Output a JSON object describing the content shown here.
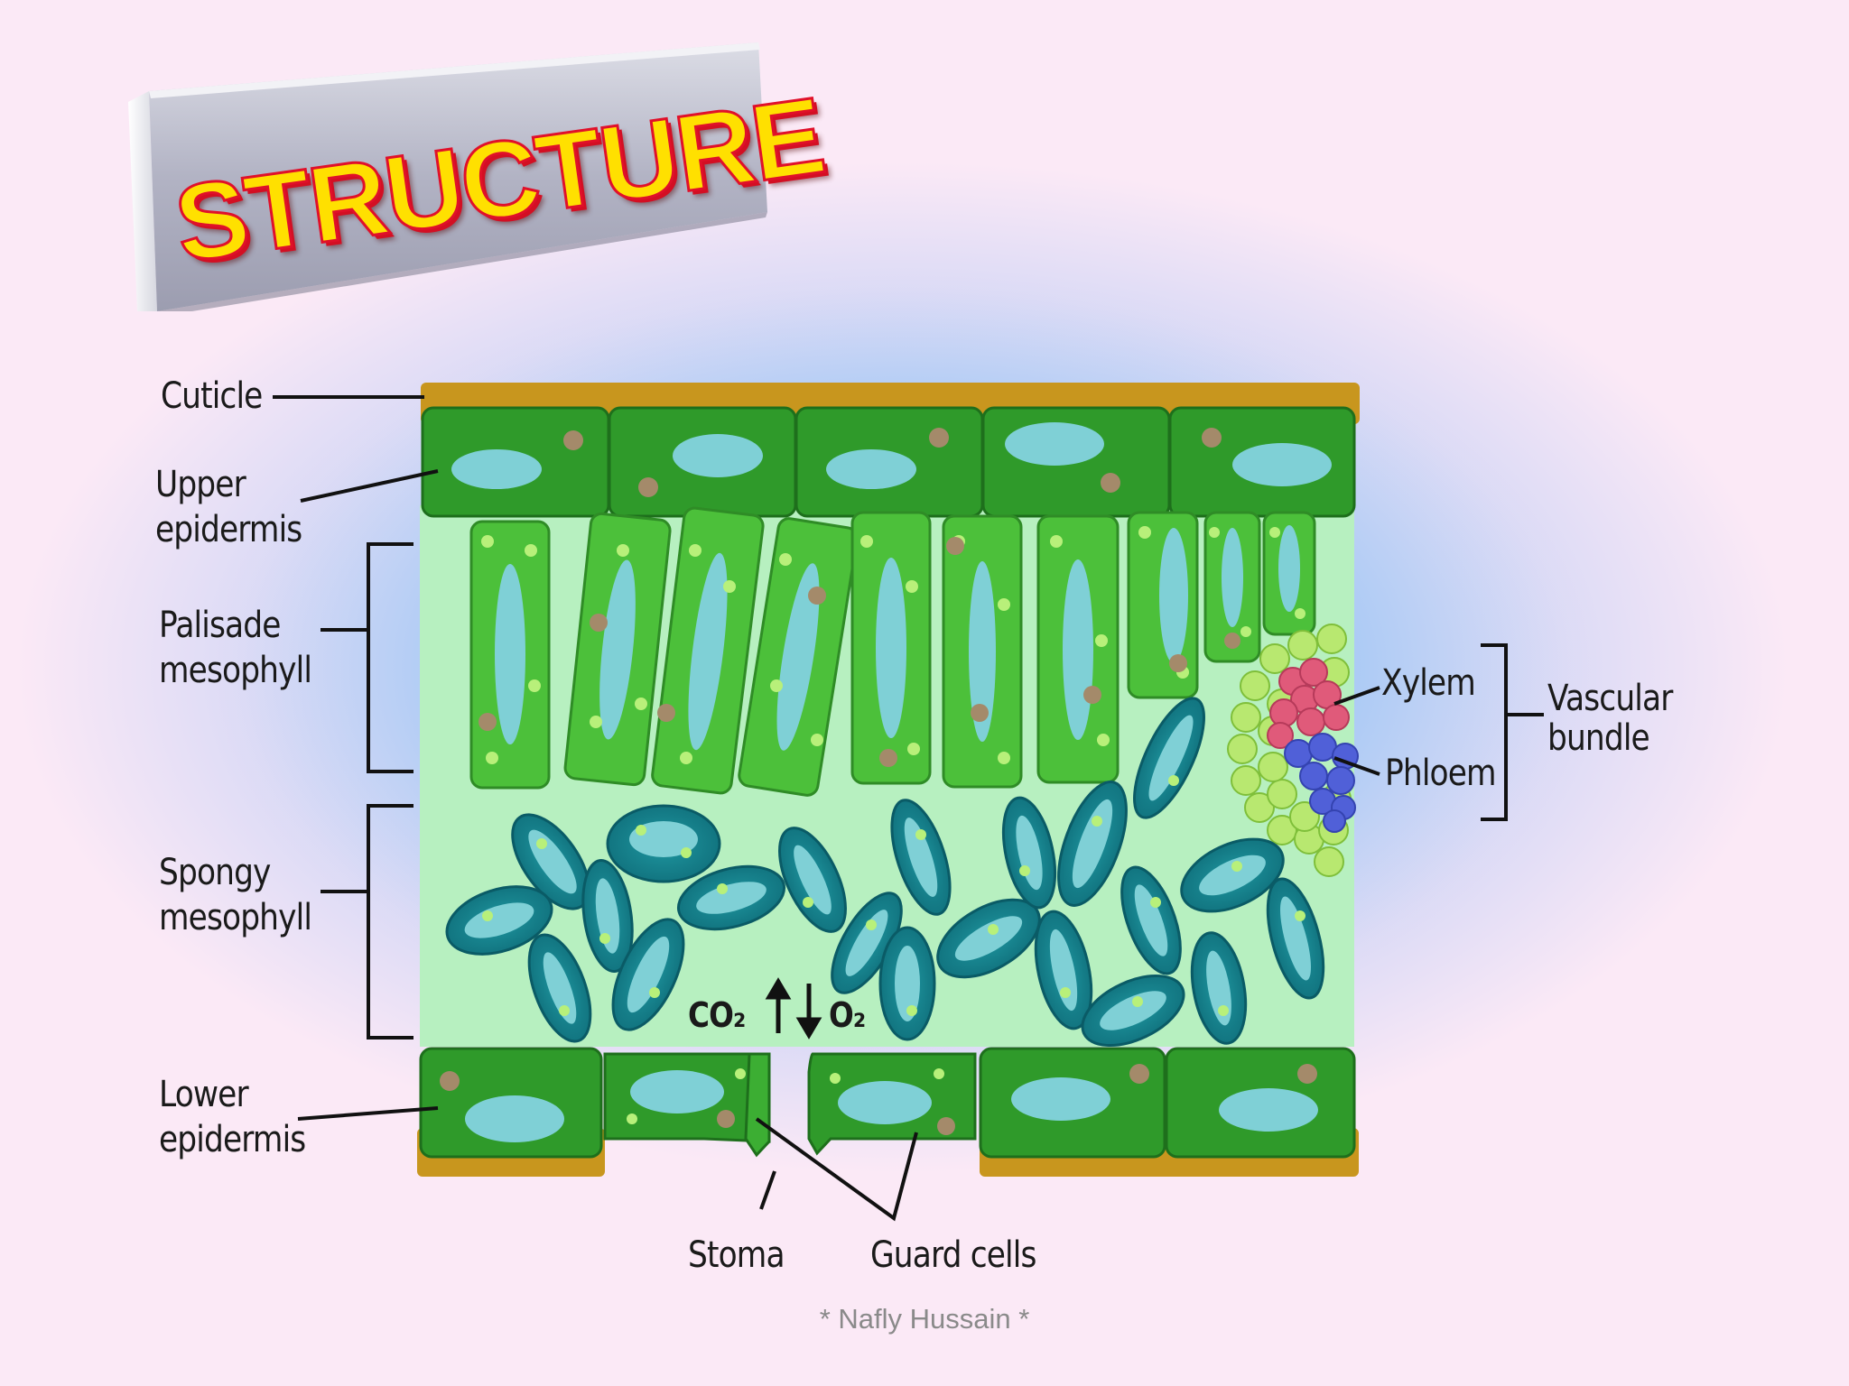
{
  "title": "STRUCTURE",
  "labels": {
    "cuticle": "Cuticle",
    "upper_epidermis": [
      "Upper",
      "epidermis"
    ],
    "palisade_mesophyll": [
      "Palisade",
      "mesophyll"
    ],
    "spongy_mesophyll": [
      "Spongy",
      "mesophyll"
    ],
    "lower_epidermis": [
      "Lower",
      "epidermis"
    ],
    "xylem": "Xylem",
    "phloem": "Phloem",
    "vascular_bundle": [
      "Vascular",
      "bundle"
    ],
    "stoma": "Stoma",
    "guard_cells": "Guard cells",
    "co2": "CO₂",
    "o2": "O₂"
  },
  "credit": "* Nafly Hussain *",
  "colors": {
    "title_fill": "#ffe000",
    "title_outline": "#e0102a",
    "cuticle": "#c8961e",
    "epidermis_cell": "#35a12c",
    "palisade_cell": "#4cc03a",
    "spongy_cell": "#137c86",
    "vacuole": "#7fd0d6",
    "interior": "#b7f0c0",
    "xylem": "#e05a7a",
    "phloem": "#5060d8",
    "bundle_sheath": "#b8e870"
  }
}
